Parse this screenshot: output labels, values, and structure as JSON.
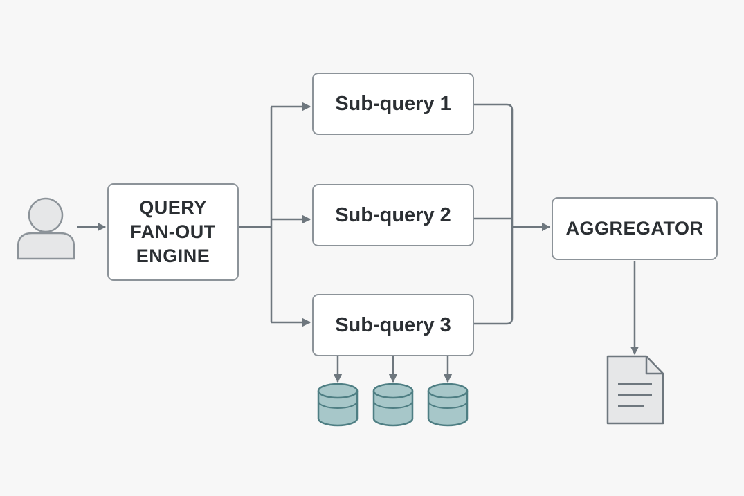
{
  "engine": {
    "line1": "QUERY",
    "line2": "FAN-OUT",
    "line3": "ENGINE"
  },
  "subqueries": [
    {
      "label": "Sub-query 1"
    },
    {
      "label": "Sub-query 2"
    },
    {
      "label": "Sub-query 3"
    }
  ],
  "aggregator": {
    "label": "AGGREGATOR"
  },
  "icons": {
    "user": "user-icon",
    "databases": [
      "database-icon",
      "database-icon",
      "database-icon"
    ],
    "output": "document-icon"
  },
  "colors": {
    "background": "#f7f7f7",
    "box_border": "#8c9399",
    "box_fill": "#ffffff",
    "text": "#2b2f33",
    "connector": "#6e777e",
    "user_fill": "#e6e7e8",
    "database_fill": "#a7c7c9",
    "database_stroke": "#4e7e83",
    "document_fill": "#e6e7e8"
  }
}
